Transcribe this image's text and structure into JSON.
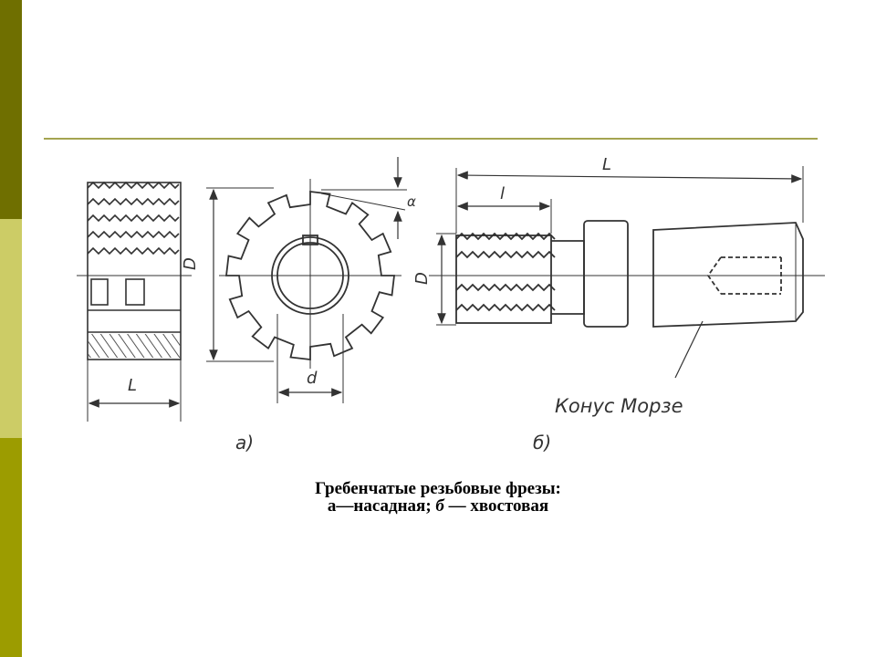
{
  "figure": {
    "labels": {
      "L_left": "L",
      "D_left": "D",
      "d_hub": "d",
      "alpha": "α",
      "L_right": "L",
      "l_right": "l",
      "D_right": "D",
      "morse_cone": "Конус Морзе",
      "sub_a": "а)",
      "sub_b": "б)"
    }
  },
  "caption": {
    "line1": "Гребенчатые резьбовые фрезы:",
    "line2_a": "а—насадная; ",
    "line2_b": "б",
    "line2_c": " — хвостовая"
  }
}
